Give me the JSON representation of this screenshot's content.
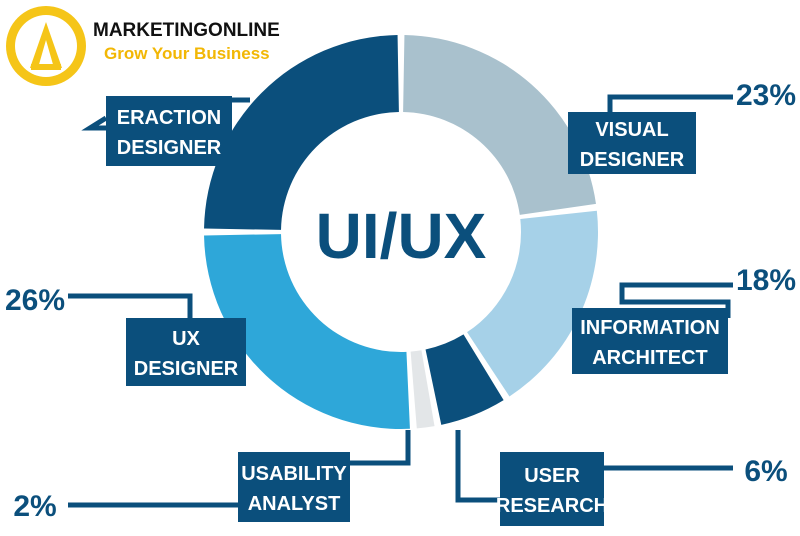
{
  "brand": {
    "name": "MARKETINGONLINE",
    "tagline": "Grow Your Business",
    "logo_icon": "delta-logo-icon",
    "logo_color": "#f5c518"
  },
  "colors": {
    "navy": "#0b4f7c",
    "label_text": "#ffffff",
    "percent_text": "#0b4f7c",
    "center_text": "#0b4f7c"
  },
  "chart_data": {
    "type": "pie",
    "style": "donut",
    "center_label": "UI/UX",
    "slices": [
      {
        "label_lines": [
          "VISUAL",
          "DESIGNER"
        ],
        "value": 23,
        "percent_label": "23%",
        "color": "#a9c1cd"
      },
      {
        "label_lines": [
          "INFORMATION",
          "ARCHITECT"
        ],
        "value": 18,
        "percent_label": "18%",
        "color": "#a6d1e8"
      },
      {
        "label_lines": [
          "USER",
          "RESEARCH"
        ],
        "value": 6,
        "percent_label": "6%",
        "color": "#0b4f7c"
      },
      {
        "label_lines": [
          "USABILITY",
          "ANALYST"
        ],
        "value": 2,
        "percent_label": "2%",
        "color": "#e3e6e8"
      },
      {
        "label_lines": [
          "UX",
          "DESIGNER"
        ],
        "value": 26,
        "percent_label": "26%",
        "color": "#2ea7d9"
      },
      {
        "label_lines": [
          "ERACTION",
          "DESIGNER"
        ],
        "value": 25,
        "percent_label": "",
        "color": "#0b4f7c"
      }
    ]
  }
}
